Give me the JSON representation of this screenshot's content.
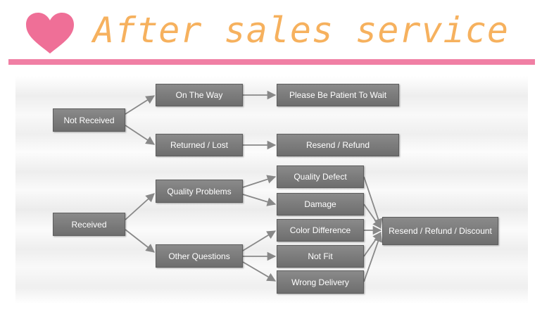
{
  "title": "After sales service",
  "colors": {
    "heart": "#ef6f97",
    "title": "#f6b15e",
    "rule": "#f07fa4",
    "box": "#767676",
    "arrow": "#888888"
  },
  "icons": {
    "heart": "heart-icon"
  },
  "nodes": {
    "not_received": "Not Received",
    "on_the_way": "On The Way",
    "be_patient": "Please Be Patient To Wait",
    "returned_lost": "Returned / Lost",
    "resend_refund": "Resend / Refund",
    "received": "Received",
    "quality_problems": "Quality Problems",
    "other_questions": "Other Questions",
    "quality_defect": "Quality Defect",
    "damage": "Damage",
    "color_difference": "Color Difference",
    "not_fit": "Not Fit",
    "wrong_delivery": "Wrong Delivery",
    "resend_refund_discount": "Resend / Refund / Discount"
  }
}
